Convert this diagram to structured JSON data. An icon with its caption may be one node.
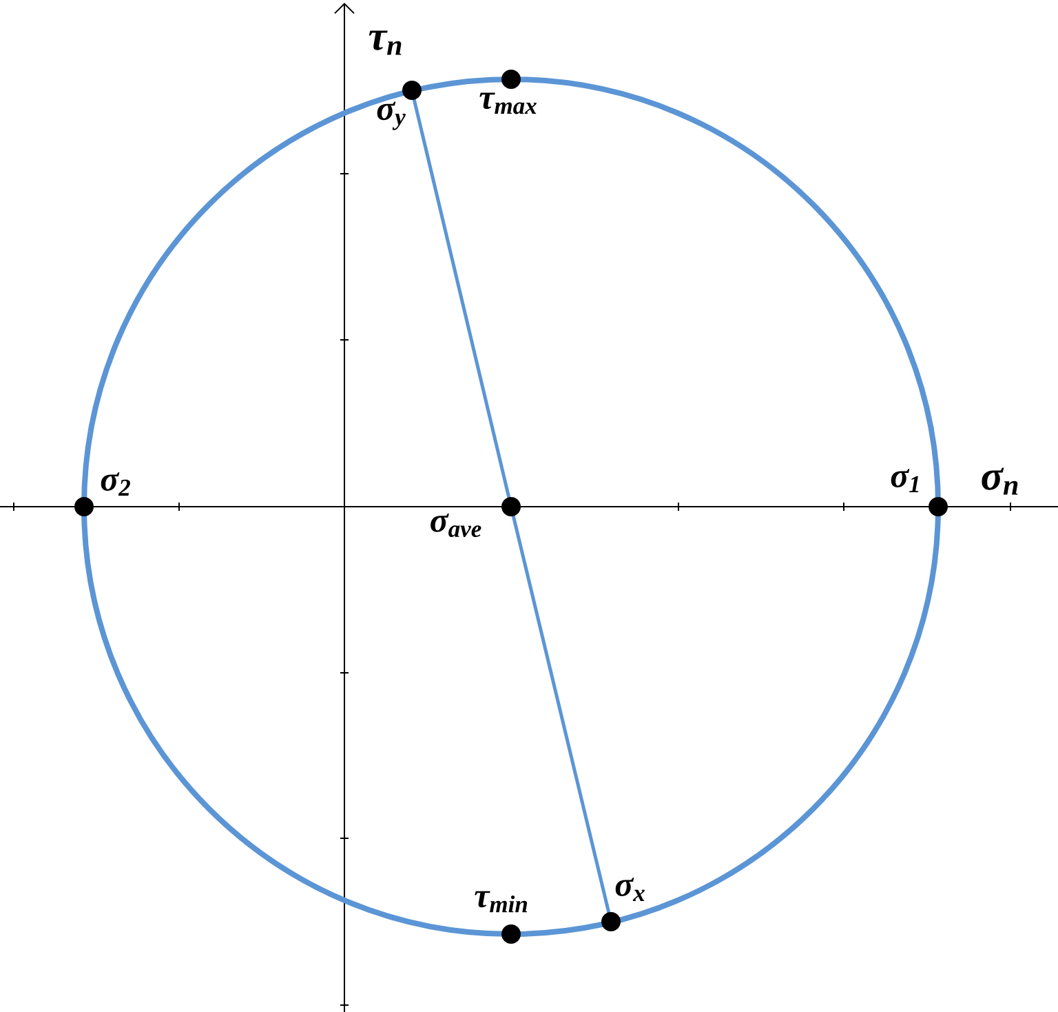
{
  "diagram": {
    "nodes": [
      {
        "text": [
          "σ$_{y}$"
        ]
      },
      {
        "text": [
          "τ$_{max}$"
        ]
      },
      {
        "text": [
          "σ$_{2}$"
        ]
      },
      {
        "text": [
          "σ$_{ave}$"
        ]
      },
      {
        "text": [
          "σ$_{1}$"
        ]
      },
      {
        "text": [
          "σ$_{x}$"
        ]
      },
      {
        "text": [
          "τ$_{min}$"
        ]
      }
    ],
    "edges": [
      {
        "from": 0,
        "to": 3,
        "arrow": "none"
      },
      {
        "from": 3,
        "to": 5,
        "arrow": "none"
      }
    ],
    "labels": [
      "τ$_{n}$",
      "σ$_{n}$"
    ]
  }
}
